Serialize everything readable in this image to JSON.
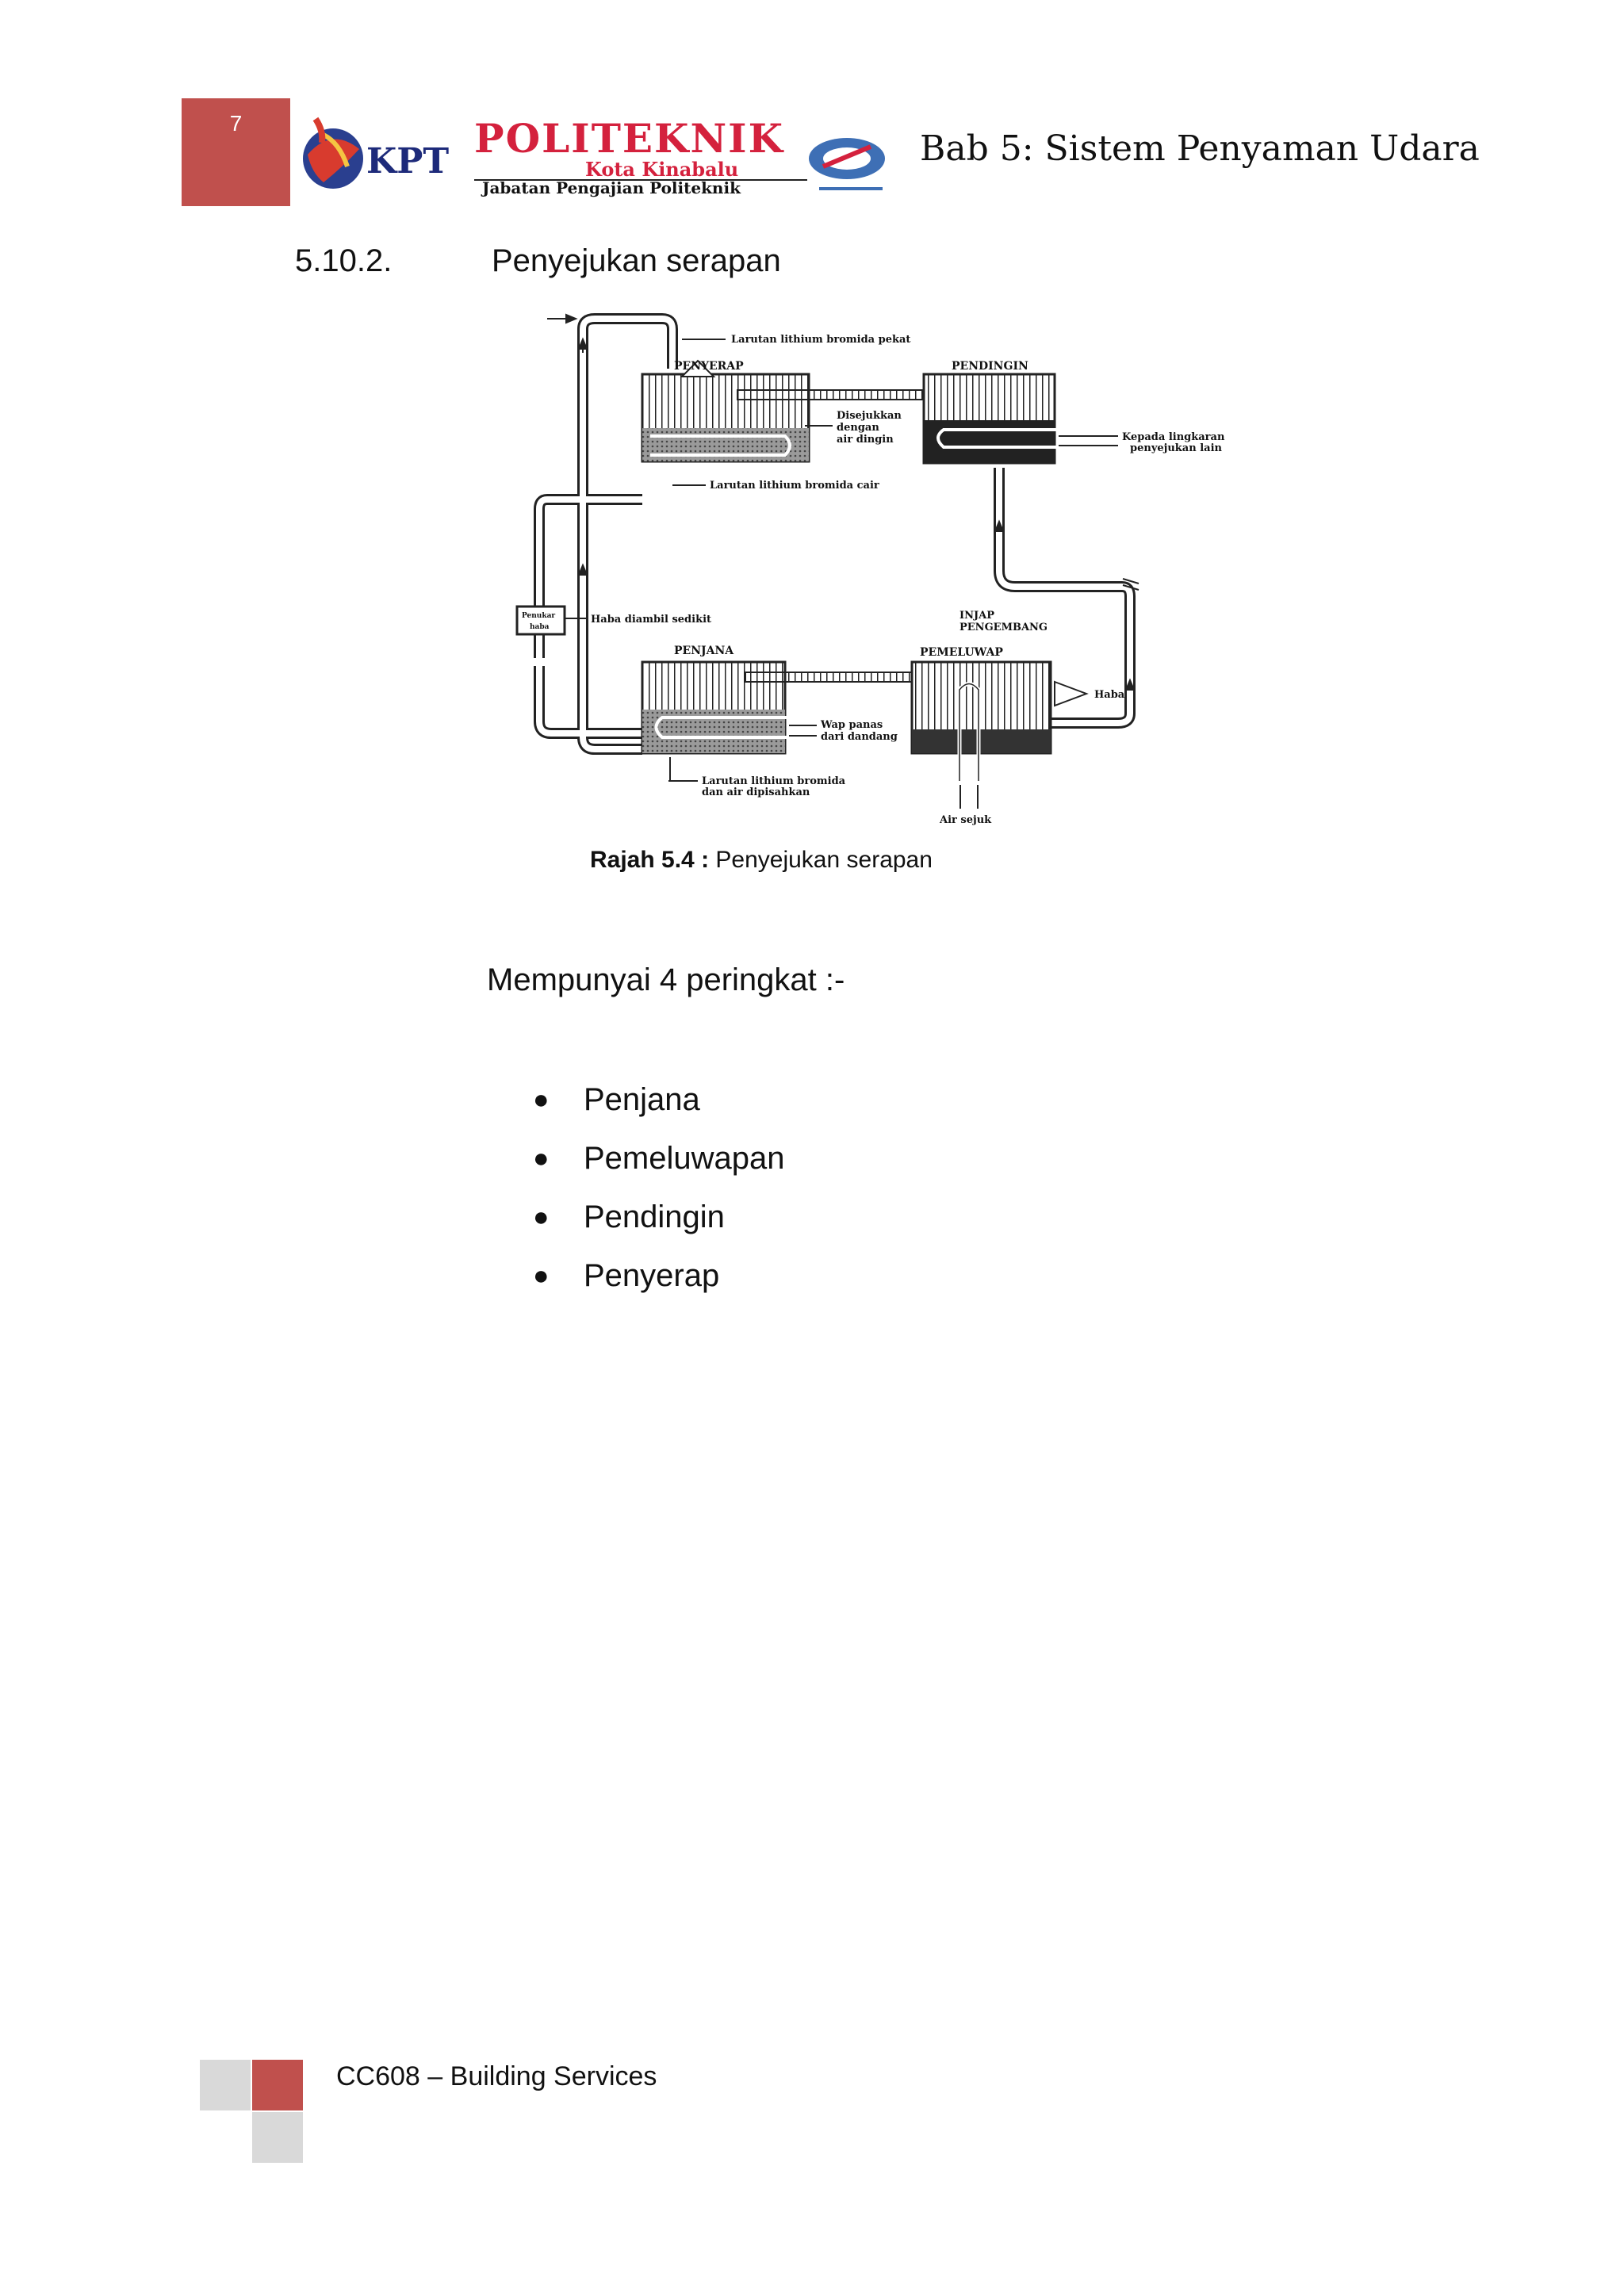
{
  "header": {
    "page_number": "7",
    "logo": {
      "kpt": "KPT",
      "name": "POLITEKNIK",
      "campus": "Kota Kinabalu",
      "department": "Jabatan Pengajian Politeknik"
    },
    "chapter_title": "Bab 5: Sistem Penyaman Udara"
  },
  "section": {
    "number": "5.10.2.",
    "title": "Penyejukan serapan"
  },
  "figure": {
    "labels": {
      "concentrated_solution": "Larutan lithium bromida pekat",
      "absorber": "PENYERAP",
      "evaporator": "PENDINGIN",
      "cooled_by": [
        "Disejukkan",
        "dengan",
        "air dingin"
      ],
      "to_circuit": [
        "Kepada lingkaran",
        "penyejukan lain"
      ],
      "dilute_solution": "Larutan lithium bromida cair",
      "heat_exchanger": [
        "Penukar",
        "haba"
      ],
      "heat_taken": "Haba diambil sedikit",
      "expansion_valve": [
        "INJAP",
        "PENGEMBANG"
      ],
      "generator": "PENJANA",
      "condenser": "PEMELUWAP",
      "heat": "Haba",
      "steam": [
        "Wap panas",
        "dari dandang"
      ],
      "separated": [
        "Larutan lithium bromida",
        "dan air dipisahkan"
      ],
      "cold_water": "Air sejuk"
    },
    "caption_bold": "Rajah 5.4 :",
    "caption_text": " Penyejukan serapan"
  },
  "body": {
    "intro": "Mempunyai 4 peringkat :-",
    "stages": [
      "Penjana",
      "Pemeluwapan",
      "Pendingin",
      "Penyerap"
    ]
  },
  "footer": {
    "text": "CC608 – Building Services"
  }
}
